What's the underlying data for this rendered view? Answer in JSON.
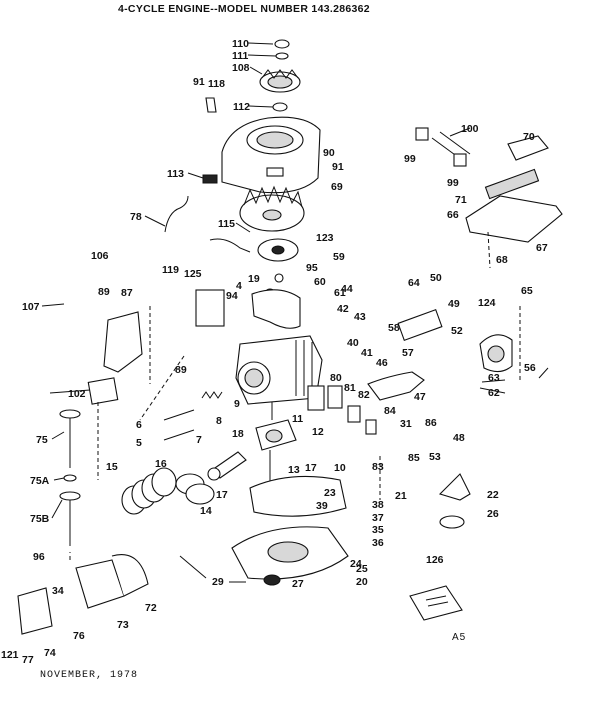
{
  "header": {
    "title": "4-CYCLE ENGINE--MODEL NUMBER 143.286362"
  },
  "footer": {
    "date": "NOVEMBER, 1978",
    "page_id": "A5"
  },
  "callouts": [
    "110",
    "111",
    "108",
    "91",
    "118",
    "112",
    "100",
    "70",
    "90",
    "91",
    "99",
    "99",
    "113",
    "69",
    "71",
    "66",
    "78",
    "115",
    "123",
    "67",
    "68",
    "106",
    "59",
    "95",
    "19",
    "4",
    "60",
    "61",
    "44",
    "50",
    "64",
    "119",
    "125",
    "94",
    "42",
    "43",
    "65",
    "107",
    "89",
    "87",
    "49",
    "124",
    "58",
    "57",
    "52",
    "40",
    "41",
    "46",
    "56",
    "63",
    "62",
    "89",
    "80",
    "81",
    "82",
    "47",
    "84",
    "86",
    "31",
    "48",
    "102",
    "9",
    "8",
    "7",
    "6",
    "5",
    "18",
    "11",
    "12",
    "53",
    "83",
    "85",
    "75",
    "16",
    "15",
    "13",
    "17",
    "10",
    "17",
    "75A",
    "14",
    "23",
    "38",
    "39",
    "37",
    "35",
    "36",
    "21",
    "22",
    "26",
    "75B",
    "96",
    "24",
    "126",
    "29",
    "27",
    "25",
    "20",
    "34",
    "72",
    "73",
    "76",
    "121",
    "77",
    "74"
  ]
}
